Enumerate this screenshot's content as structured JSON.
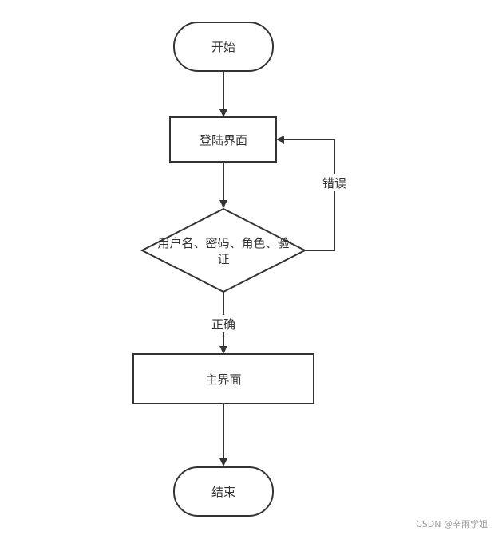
{
  "diagram": {
    "nodes": {
      "start": {
        "label": "开始"
      },
      "login": {
        "label": "登陆界面"
      },
      "verify": {
        "line1": "用户名、密码、角色、验",
        "line2": "证"
      },
      "main": {
        "label": "主界面"
      },
      "end": {
        "label": "结束"
      }
    },
    "edges": {
      "error": {
        "label": "错误"
      },
      "correct": {
        "label": "正确"
      }
    }
  },
  "watermark": {
    "text": "CSDN @辛雨学姐"
  },
  "colors": {
    "stroke": "#333333",
    "fill": "#ffffff",
    "text": "#333333"
  }
}
